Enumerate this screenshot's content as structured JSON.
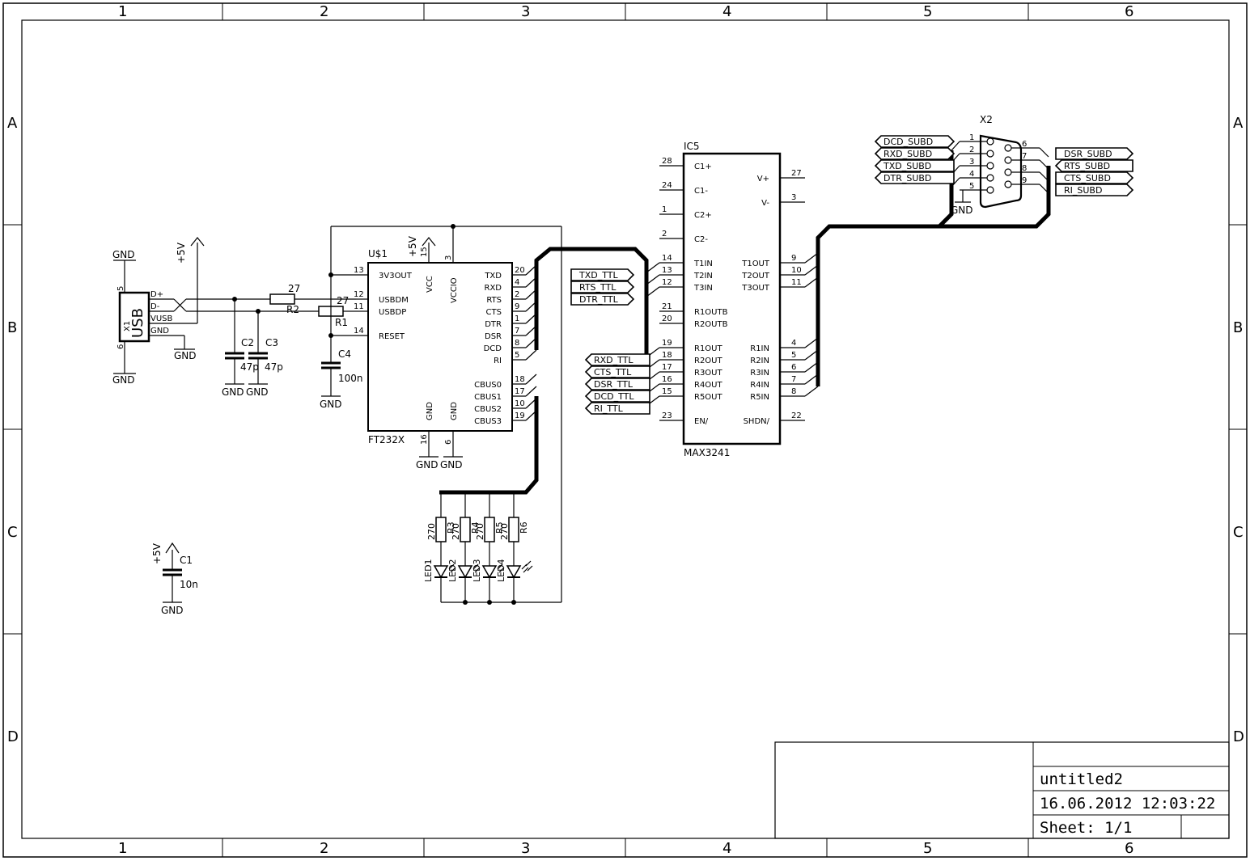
{
  "frame": {
    "columns": [
      "1",
      "2",
      "3",
      "4",
      "5",
      "6"
    ],
    "rows": [
      "A",
      "B",
      "C",
      "D"
    ]
  },
  "title_block": {
    "name": "untitled2",
    "datetime": "16.06.2012 12:03:22",
    "sheet": "Sheet: 1/1"
  },
  "parts": {
    "usb": {
      "label": "USB",
      "name": "X1",
      "pins": [
        "D+",
        "D-",
        "VUSB",
        "GND"
      ],
      "pin_nums": [
        "5",
        "6"
      ]
    },
    "ft232": {
      "name": "U$1",
      "value": "FT232X",
      "left_pins": [
        {
          "n": "13",
          "l": "3V3OUT"
        },
        {
          "n": "12",
          "l": "USBDM"
        },
        {
          "n": "11",
          "l": "USBDP"
        },
        {
          "n": "14",
          "l": "RESET"
        }
      ],
      "top_pins": [
        {
          "n": "15",
          "l": "VCC"
        },
        {
          "n": "3",
          "l": "VCCIO"
        }
      ],
      "right_pins": [
        {
          "n": "20",
          "l": "TXD"
        },
        {
          "n": "4",
          "l": "RXD"
        },
        {
          "n": "2",
          "l": "RTS"
        },
        {
          "n": "9",
          "l": "CTS"
        },
        {
          "n": "1",
          "l": "DTR"
        },
        {
          "n": "7",
          "l": "DSR"
        },
        {
          "n": "8",
          "l": "DCD"
        },
        {
          "n": "5",
          "l": "RI"
        },
        {
          "n": "18",
          "l": "CBUS0"
        },
        {
          "n": "17",
          "l": "CBUS1"
        },
        {
          "n": "10",
          "l": "CBUS2"
        },
        {
          "n": "19",
          "l": "CBUS3"
        }
      ],
      "bottom_pins": [
        {
          "n": "16",
          "l": "GND"
        },
        {
          "n": "6",
          "l": "GND"
        }
      ]
    },
    "max3241": {
      "name": "IC5",
      "value": "MAX3241",
      "left_pins": [
        {
          "n": "28",
          "l": "C1+"
        },
        {
          "n": "24",
          "l": "C1-"
        },
        {
          "n": "1",
          "l": "C2+"
        },
        {
          "n": "2",
          "l": "C2-"
        },
        {
          "n": "14",
          "l": "T1IN"
        },
        {
          "n": "13",
          "l": "T2IN"
        },
        {
          "n": "12",
          "l": "T3IN"
        },
        {
          "n": "21",
          "l": "R1OUTB"
        },
        {
          "n": "20",
          "l": "R2OUTB"
        },
        {
          "n": "19",
          "l": "R1OUT"
        },
        {
          "n": "18",
          "l": "R2OUT"
        },
        {
          "n": "17",
          "l": "R3OUT"
        },
        {
          "n": "16",
          "l": "R4OUT"
        },
        {
          "n": "15",
          "l": "R5OUT"
        },
        {
          "n": "23",
          "l": "EN/"
        }
      ],
      "right_pins": [
        {
          "n": "27",
          "l": "V+"
        },
        {
          "n": "3",
          "l": "V-"
        },
        {
          "n": "9",
          "l": "T1OUT"
        },
        {
          "n": "10",
          "l": "T2OUT"
        },
        {
          "n": "11",
          "l": "T3OUT"
        },
        {
          "n": "4",
          "l": "R1IN"
        },
        {
          "n": "5",
          "l": "R2IN"
        },
        {
          "n": "6",
          "l": "R3IN"
        },
        {
          "n": "7",
          "l": "R4IN"
        },
        {
          "n": "8",
          "l": "R5IN"
        },
        {
          "n": "22",
          "l": "SHDN/"
        }
      ]
    },
    "x2": {
      "name": "X2",
      "left_pins": [
        "1",
        "2",
        "3",
        "4",
        "5"
      ],
      "right_pins": [
        "6",
        "7",
        "8",
        "9"
      ]
    },
    "r1": {
      "name": "R1",
      "value": "27"
    },
    "r2": {
      "name": "R2",
      "value": "27"
    },
    "c2": {
      "name": "C2",
      "value": "47p"
    },
    "c3": {
      "name": "C3",
      "value": "47p"
    },
    "c4": {
      "name": "C4",
      "value": "100n"
    },
    "c1": {
      "name": "C1",
      "value": "10n"
    },
    "leds": [
      "LED1",
      "LED2",
      "LED3",
      "LED4"
    ],
    "led_res": [
      "270",
      "270",
      "270",
      "270"
    ],
    "led_res_names": [
      "R3",
      "R4",
      "R5",
      "R6"
    ]
  },
  "supplies": {
    "gnd": "GND",
    "vcc": "+5V"
  },
  "ttl_labels_top": [
    "TXD_TTL",
    "RTS_TTL",
    "DTR_TTL"
  ],
  "ttl_labels_bottom": [
    "RXD_TTL",
    "CTS_TTL",
    "DSR_TTL",
    "DCD_TTL",
    "RI_TTL"
  ],
  "subd_labels_left": [
    "DCD_SUBD",
    "RXD_SUBD",
    "TXD_SUBD",
    "DTR_SUBD"
  ],
  "subd_labels_right": [
    "DSR_SUBD",
    "RTS_SUBD",
    "CTS_SUBD",
    "RI_SUBD"
  ]
}
